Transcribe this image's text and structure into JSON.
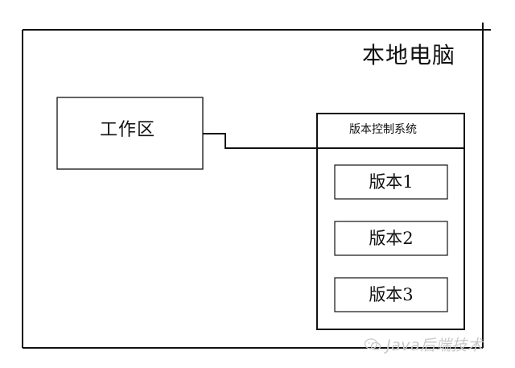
{
  "diagram": {
    "title": "本地电脑",
    "workspace_label": "工作区",
    "vcs_title": "版本控制系统",
    "versions": [
      "版本1",
      "版本2",
      "版本3"
    ]
  },
  "watermark": {
    "text": "Java后端技术",
    "icon": "wechat-icon"
  },
  "colors": {
    "line": "#111111",
    "watermark": "#c8c8c8"
  }
}
